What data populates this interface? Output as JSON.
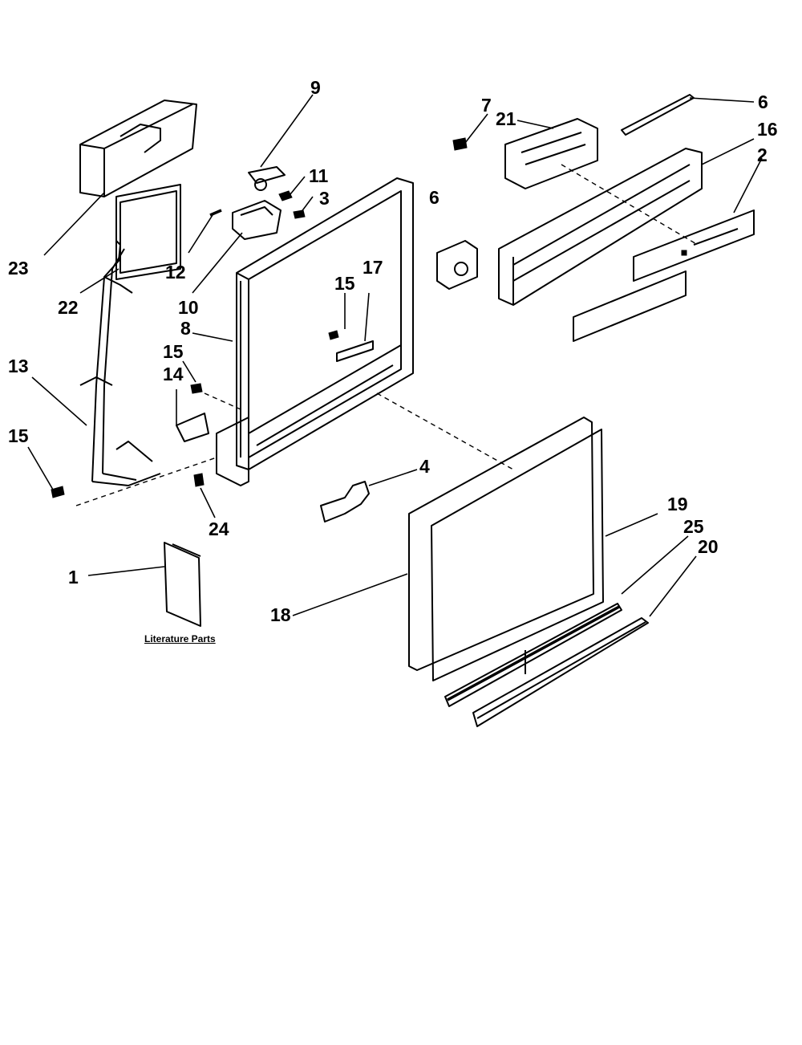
{
  "diagram": {
    "callouts": [
      {
        "id": "c9",
        "text": "9"
      },
      {
        "id": "c7",
        "text": "7"
      },
      {
        "id": "c6a",
        "text": "6"
      },
      {
        "id": "c21",
        "text": "21"
      },
      {
        "id": "c16",
        "text": "16"
      },
      {
        "id": "c2",
        "text": "2"
      },
      {
        "id": "c11",
        "text": "11"
      },
      {
        "id": "c3",
        "text": "3"
      },
      {
        "id": "c23",
        "text": "23"
      },
      {
        "id": "c12",
        "text": "12"
      },
      {
        "id": "c6b",
        "text": "6"
      },
      {
        "id": "c22",
        "text": "22"
      },
      {
        "id": "c10",
        "text": "10"
      },
      {
        "id": "c15a",
        "text": "15"
      },
      {
        "id": "c17",
        "text": "17"
      },
      {
        "id": "c8",
        "text": "8"
      },
      {
        "id": "c13",
        "text": "13"
      },
      {
        "id": "c15b",
        "text": "15"
      },
      {
        "id": "c14",
        "text": "14"
      },
      {
        "id": "c15c",
        "text": "15"
      },
      {
        "id": "c4",
        "text": "4"
      },
      {
        "id": "c24",
        "text": "24"
      },
      {
        "id": "c19",
        "text": "19"
      },
      {
        "id": "c25",
        "text": "25"
      },
      {
        "id": "c20",
        "text": "20"
      },
      {
        "id": "c1",
        "text": "1"
      },
      {
        "id": "c18",
        "text": "18"
      }
    ],
    "literature_label": "Literature Parts"
  }
}
